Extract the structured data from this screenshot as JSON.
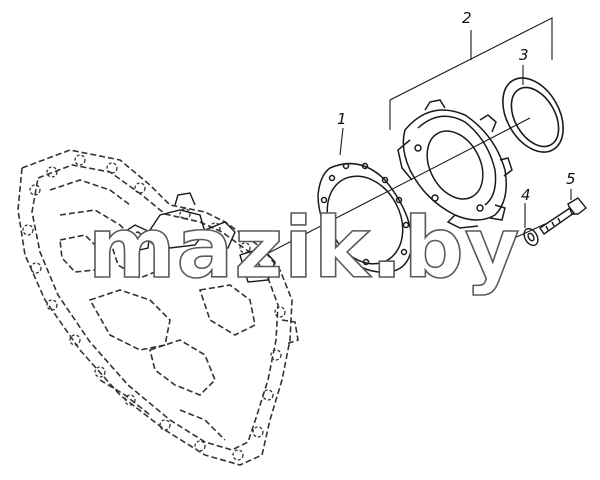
{
  "callouts": {
    "gasket": "1",
    "cover_assembly": "2",
    "seal_ring": "3",
    "washer": "4",
    "bolt": "5"
  },
  "watermark": "mazik.by",
  "colors": {
    "line": "#1a1a1a",
    "hidden_line": "#333333",
    "watermark_outline": "#5a5a5a",
    "background": "#ffffff"
  }
}
